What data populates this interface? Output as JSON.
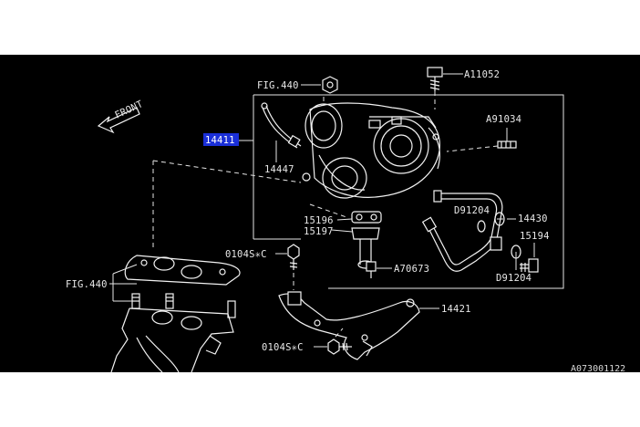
{
  "diagram": {
    "highlight_color": "#1a2fd8",
    "background": "#000000",
    "labels": {
      "fig440_top": "FIG.440",
      "a11052": "A11052",
      "a91034": "A91034",
      "p14411": "14411",
      "p14447": "14447",
      "p15196": "15196",
      "p15197": "15197",
      "d91204_a": "D91204",
      "p14430": "14430",
      "p15194": "15194",
      "d91204_b": "D91204",
      "a70673": "A70673",
      "c0104s_a": "0104S✳C",
      "fig440_left": "FIG.440",
      "p14421": "14421",
      "c0104s_b": "0104S✳C",
      "front": "FRONT"
    },
    "footer_ref": "A073001122"
  }
}
